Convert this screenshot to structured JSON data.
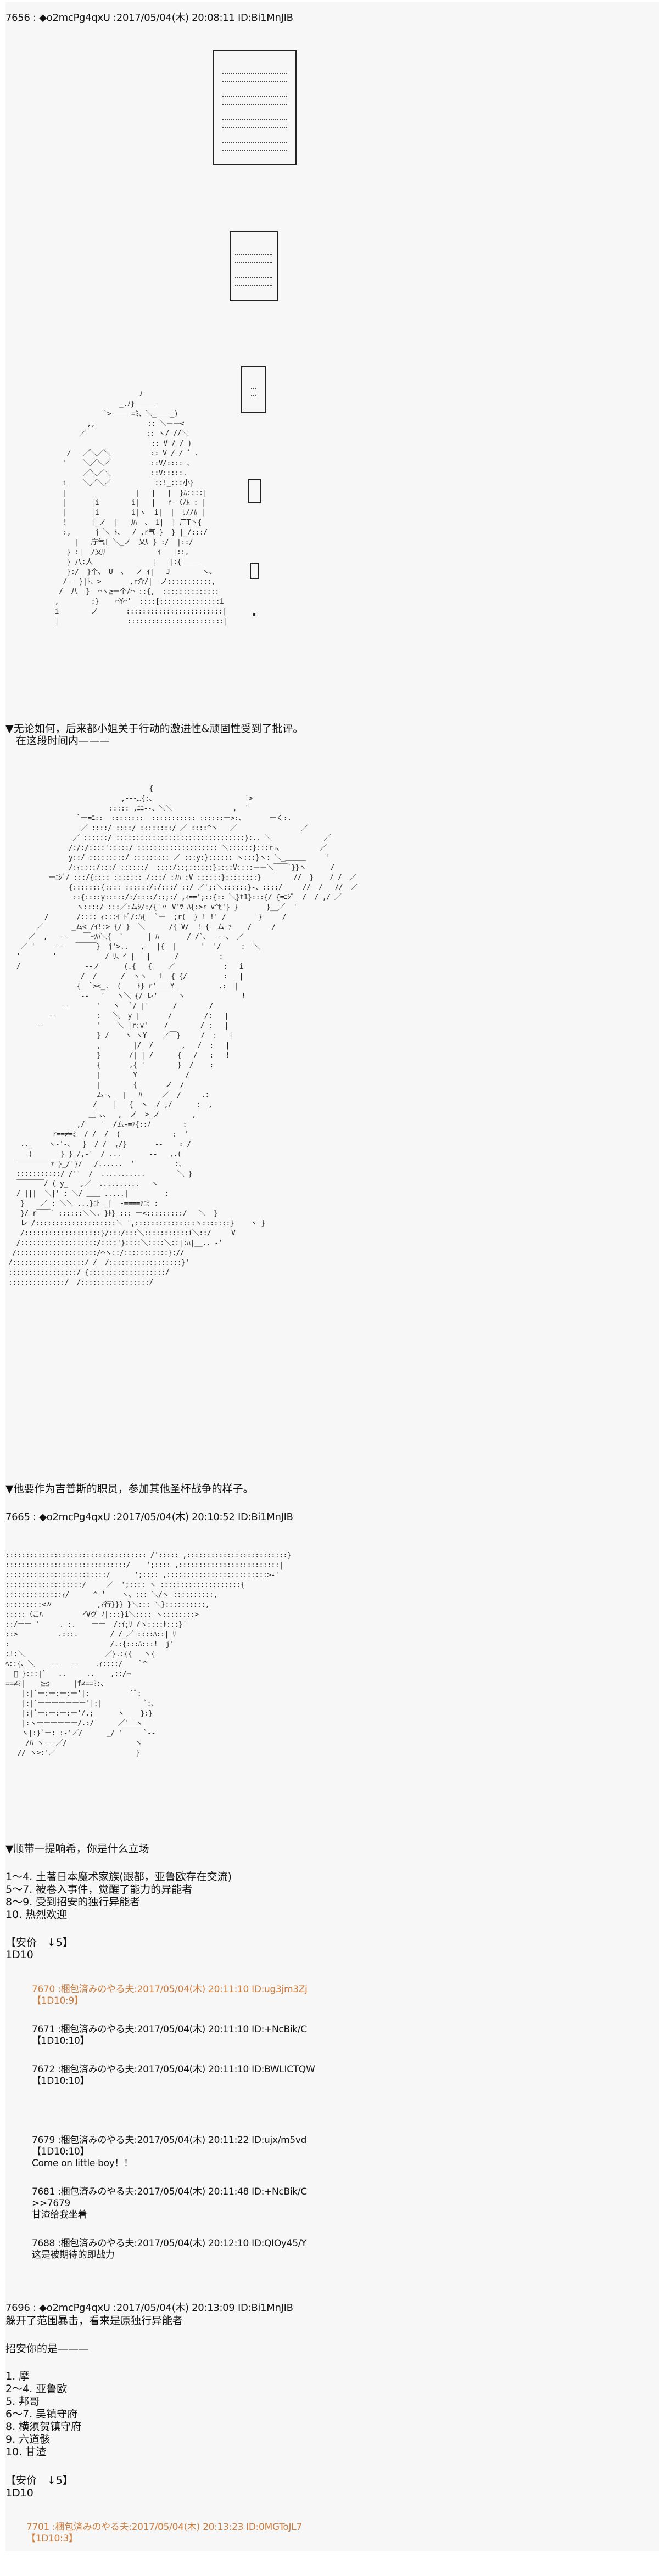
{
  "posts": [
    {
      "header": "7656 : ◆o2mcPg4qxU :2017/05/04(木) 20:08:11 ID:Bi1MnJIB",
      "number": "7656",
      "trip": "◆o2mcPg4qxU",
      "datetime": "2017/05/04(木) 20:08:11",
      "id": "ID:Bi1MnJIB",
      "narration": [
        "▼无论如何，后来都小姐关于行动的激进性&顽固性受到了批评。",
        "　在这段时间内———"
      ],
      "narration_2": "▼他要作为吉普斯的职员，参加其他圣杯战争的样子。"
    },
    {
      "header": "7665 : ◆o2mcPg4qxU :2017/05/04(木) 20:10:52 ID:Bi1MnJIB",
      "number": "7665",
      "trip": "◆o2mcPg4qxU",
      "datetime": "2017/05/04(木) 20:10:52",
      "id": "ID:Bi1MnJIB",
      "question": "▼顺带一提响希，你是什么立场",
      "options": [
        "1～4. 土著日本魔术家族(跟都，亚鲁欧存在交流)",
        "5～7. 被卷入事件，觉醒了能力的异能者",
        "8～9. 受到招安的独行异能者",
        "10. 热烈欢迎"
      ],
      "anchor": "【安价　↓5】",
      "dice": "1D10"
    },
    {
      "header": "7696 : ◆o2mcPg4qxU :2017/05/04(木) 20:13:09 ID:Bi1MnJIB",
      "number": "7696",
      "trip": "◆o2mcPg4qxU",
      "datetime": "2017/05/04(木) 20:13:09",
      "id": "ID:Bi1MnJIB",
      "lines": [
        "躲开了范围暴击，看来是原独行异能者",
        "招安你的是———"
      ],
      "options": [
        "1. 摩",
        "2～4. 亚鲁欧",
        "5. 邦哥",
        "6～7. 吴镇守府",
        "8. 横须贺镇守府",
        "9. 六道骸",
        "10. 甘渣"
      ],
      "anchor": "【安价　↓5】",
      "dice": "1D10"
    }
  ],
  "replies_1": [
    {
      "header": "7670 :梱包済みのやる夫:2017/05/04(木) 20:11:10 ID:ug3jm3Zj",
      "body": [
        "【1D10:9】"
      ],
      "highlight": true
    },
    {
      "header": "7671 :梱包済みのやる夫:2017/05/04(木) 20:11:10 ID:+NcBik/C",
      "body": [
        "【1D10:10】"
      ],
      "highlight": false
    },
    {
      "header": "7672 :梱包済みのやる夫:2017/05/04(木) 20:11:10 ID:BWLICTQW",
      "body": [
        "【1D10:10】"
      ],
      "highlight": false
    },
    {
      "header": "7679 :梱包済みのやる夫:2017/05/04(木) 20:11:22 ID:ujx/m5vd",
      "body": [
        "【1D10:10】",
        "Come on little boy！！"
      ],
      "highlight": false
    },
    {
      "header": "7681 :梱包済みのやる夫:2017/05/04(木) 20:11:48 ID:+NcBik/C",
      "body": [
        ">>7679",
        "甘渣给我坐着"
      ],
      "highlight": false
    },
    {
      "header": "7688 :梱包済みのやる夫:2017/05/04(木) 20:12:10 ID:QIOy45/Y",
      "body": [
        "这是被期待的即战力"
      ],
      "highlight": false
    }
  ],
  "replies_2": [
    {
      "header": "7701 :梱包済みのやる夫:2017/05/04(木) 20:13:23 ID:0MGToJL7",
      "body": [
        "【1D10:3】"
      ],
      "highlight": true
    }
  ],
  "ascii_art": {
    "aa1": "                       ﾉ\n                  _.ﾉ}＿＿＿-\n              `>―――――=ﾐ、＼_＿＿_)\n          ,,             :: ＼ーー<\n        ／               :: ヽ/ //＼\n                          :: V / / )\n     /   ／＼／＼          :: V / / ` 、\n    '    ＼／＼／          ::V/:::: 、\n         ／＼／＼          ::V:::::.\n    i    ＼／＼／           ::!_:::小}\n    |                 |   |   |  }ﾑ::::|\n    |      |i        i|   |   r-〈/ﾑ : |\n    |      |i        i|ヽ  i|  |  ﾘ//ﾑ |\n    !      |_ノ  |   ﾘﾊ  、 i|  | 厂T丶{\n    :,      j ＼ ﾄ、  / ,r气 }  } |_/:::/\n       |   庁气[ ＼_ノ  乂ﾘ } :/  |::/\n     } :|  /乂ﾘ             ｲ   |::,\n     } 八:人               |   |:{＿＿＿\n     }:/  }个、 U  、  ノ ｲ|   J        ヽ、\n    /―  }|ﾄ、>       ,r介/|  ノ:::::::::::,\n   /  八  }  ⌒ヽ≧ー个/⌒ ::{,  ::::::::::::::\n  ,        :}    ⌒Y⌒'  ::::[:::::::::::::::i\n  i        ノ       ::::::::::::::::::::::::|\n  |                 ::::::::::::::::::::::::|",
    "aa2": "                                   {\n                            ,-‐-…{:、                      ´>\n                         ::::: ,ﾆﾆ‐-、＼＼               ,  '\n                 `ー=ﾆ::  ::::::::  ::::::::::: ::::::ー>:、      ーく:.\n                  ／ ::::/ ::::/ ::::::::/ ／ ::::^ヽ   ／                ／\n                ／ ::::::/ ::::::::::::::::::::::::::::::::}:.. ＼             ／\n               /:/:/::::':::::/ :::::::::::::::::::: ＼::::::}:::r→、         ／\n               y::/ :::::::::/ ::::::::: ／ :::y:}:::::: ヽ:::}ヽ: ＼_＿＿＿     '\n               /:ｨ::::/:::/ ::::::/  ::::/::;::::::}::::V::::ーー＼￣￣`}}ヽ      /\n          ーﾆｼﾞ/ :::/{:::: ::::::: /:::/ :ﾉﾊ :V ::::::}::::::::}        //  }    / /  ／\n               {:::::::{:::: ::::::/:/:::/ ::/ ／';:＼::::::}-、::::/     //  /   //  ／\n                ::{::::y:::::/:/::::/::;:/ ,ｨ==';::{:: ＼}t1}:::{/ {=ﾆｼﾞ  /  / ,/ ／\n                 ヽ::::/ :::／:ムｼ/:/{'〃 V'ﾂ ﾊ{:>r v^ﾋ'} }       }__／  '\n         /       /:::: ｨ:::ｲ ﾄﾞ/:ﾊ{   ﾞー  ;r(  } ! !' /        }     /\n       ／       _ム< /ｲ!:> {/ }  ＼      /{ V/  ! {  ム-ｧ    /     /\n     ／  ,   --    ￣ｰｿﾊ＼{  `      | ﾊ       / /`、  --、 ／\n   ／ '     --   ￣￣￣}  j'>..   ,―  |{  |      '  '/     :  ＼\n  '        '            / ﾘ、ｲ |   |      /          :\n  /                --ノ      (.{   {    ／            :   i\n                  /  /      /  ヽヽ   i  { {/         :   |\n                 {  `><_.  (    ﾄ} r'￣￣Y           .:  |\n                  ‐-   '   ヽ＼ {/ レ'￣￣￣ヽ              !\n             --       '   ヽ   ﾞ/ |'      /        /\n          ‐-          :   ＼  y |       /        /:   |\n       --             '    ＼ |r:v'    /        / :   |\n                      } /    ヽ ヽY    ／￣}     /  :   |\n                      ,        |/  /       ,   /  :   |\n                      }       /| | /      {   /   :   !\n                      {       ,{ '        }  /    :\n                      |        Y            /\n                      |        {       ノ  /\n                      ム-、  |   ﾊ     ／  /     .:\n                     /    |   {  ヽ  / ,/      :  ,\n                    ＿―、、  ,  ノ  >_ノ        ,\n                 ,/    '  /ム-=ｧ{::ﾉ        :\n           r==≠=ﾐ  / /  /  (             :  '\n   .._    ヽ-'-、  }  / /  ,/}       --    : /\n     )       } } /,-'  / ...       --   ,.(\n  ￣￣￣￣￣ｧ }_/'}/   /......  '          :、\n  :::::::::::/ /''  /  ...........        ＼ }\n  ￣￣￣￣/ ( y_   ,／  ..........   ヽ\n  / |||  ＼|' : ＼/ ＿＿ .....|         :\n   }    ／ : ＼＼ ...}ﾆﾄ _|  -====ｧﾆﾐ :\n   }/ r￣￣` ::::::＼＼. }ﾄ} ::: ー<:::::::::/   ＼  }\n   レ /::::::::::::::::::::＼ ',:::::::::::::::ヽ:::::::}    ヽ }\n   /:::::::::::::::::::}/:::/:::＼:::::::::::i＼::/     V\n  /:::::::::::::::::::/::::'}::::＼::::＼::|:ﾊ|__.. -'\n /::::::::::::::::::::/⌒ヽ::/:::::::::::}://\n/::::::::::::::::::/ /  /::::::::::::::::::}'\n:::::::::::::::::/ {:::::::::::::::::::/\n::::::::::::::/  /:::::::::::::::::/",
    "aa3": "::::::::::::::::::::::::::::::::::: /'::::: ,:::::::::::::::::::::::::}\n::::::::::::::::::::::::::::::/    ';:::: ,:::::::::::::::::::::::::|\n:::::::::::::::::::::::::/      ';:::: ,:::::::::::::::::::::::::>-'\n:::::::::::::::::::/     ／  ';:::: ヽ ::::::::::::::::::::{\n::::::::::::::ｨ/      ^-'    ヽ、::: ＼/ヽ ::::::::::,\n:::::::::<〃           ,ｨ行}}} }＼::: ＼}::::::::::,\n:::::〈こﾊ          ｲVグ ﾉ|:::}i＼:::: ヽ::::::::>\n::/ーー '     . :.    ーー  /:ｲ;ﾘ /ヽ::::ﾄ:::}´\n::>          .:::.        / /_／ ::::ﾊ::| ﾘ\n:                         /.:{:::ﾊ:::!  j'\n:!:＼                    ／}.:{{   ヽ{\nﾍ::{、＼    --   --    .ｨ::::/    `^\n  ﾞ }:::|`   ..     ..    ,::/¬\n==≠ﾐ|    ≧≦      |f≠==ﾐ:、\n    |:|`ー:ー:ー:ー'|:          `ﾞ:\n    |:|`ーーーーーーー'|:|           ﾞ:、\n    |:|`ー:ー:ー:ー'/.;      ヽ    }:}\n    |:ヽーーーーーー/.:/      ／'￣ヽ\n    ヽ|:}`ー: :-'／/      _/ '￣￣￣`--\n     /ﾊ ヽ---／/                 ヽ\n   // ヽ>:'／                    }"
  },
  "colors": {
    "page_bg": "#f7f7f7",
    "outer_bg": "#ffffff",
    "text": "#111111",
    "highlight": "#d07a3a"
  }
}
